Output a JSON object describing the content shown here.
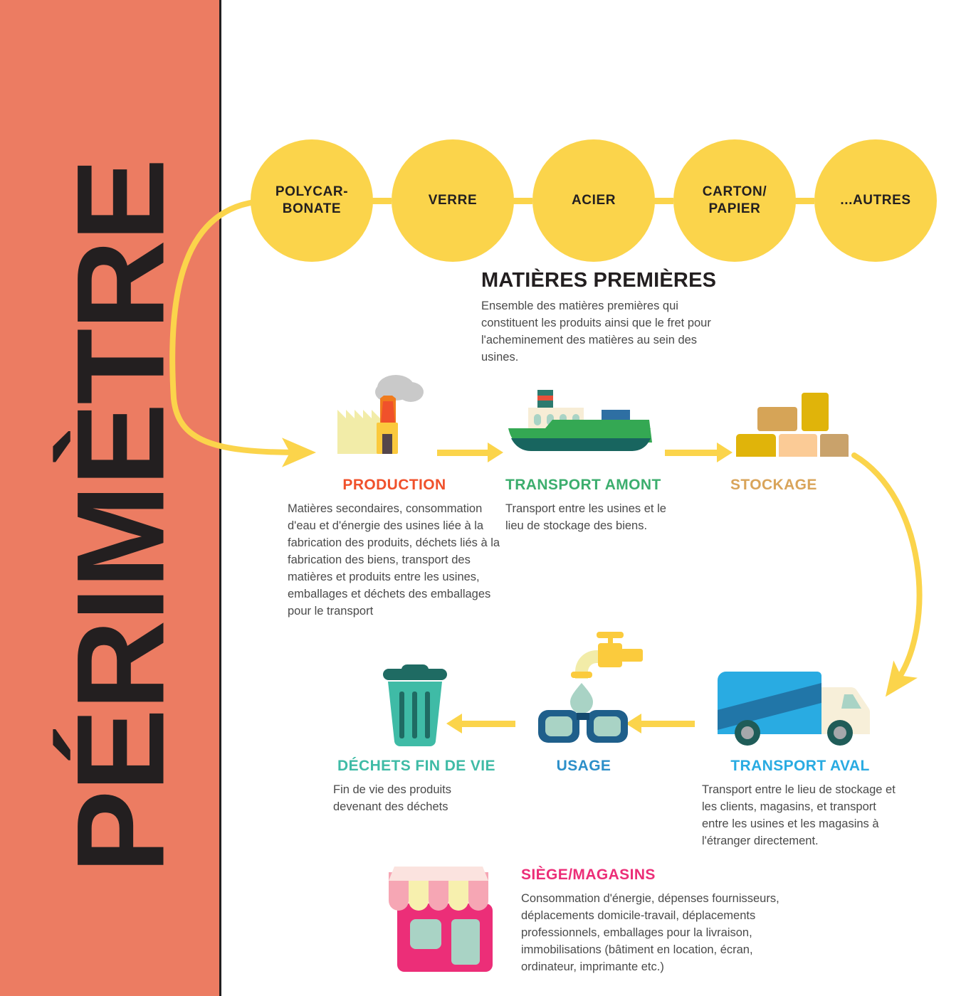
{
  "sidebar": {
    "title": "PÉRIMÈTRE",
    "band_color": "#EC7C62"
  },
  "palette": {
    "yellow": "#FBD44B",
    "salmon": "#EC7C62",
    "orange": "#F05A28",
    "green": "#33A86B",
    "tan": "#D6A457",
    "teal": "#3BB3A6",
    "blue": "#29ABE2",
    "pink": "#EC2E78",
    "ink": "#231f20"
  },
  "materials": {
    "heading": "MATIÈRES PREMIÈRES",
    "description": "Ensemble des matières premières qui constituent les produits ainsi que le fret pour l'acheminement des matières au sein des usines.",
    "items": [
      {
        "label": "POLYCAR-\nBONATE"
      },
      {
        "label": "VERRE"
      },
      {
        "label": "ACIER"
      },
      {
        "label": "CARTON/\nPAPIER"
      },
      {
        "label": "...AUTRES"
      }
    ]
  },
  "stages": {
    "production": {
      "label": "PRODUCTION",
      "color": "#F0512B",
      "icon": "factory-icon",
      "description": "Matières secondaires, consommation d'eau et d'énergie des usines liée à la fabrication des produits, déchets liés à la fabrication des biens, transport des matières et produits entre les usines, emballages et déchets des emballages pour le transport"
    },
    "transport_amont": {
      "label": "TRANSPORT AMONT",
      "color": "#3CAE6E",
      "icon": "cargo-ship-icon",
      "description": "Transport entre les usines et le lieu de stockage des biens."
    },
    "stockage": {
      "label": "STOCKAGE",
      "color": "#D9A košt",
      "icon": "boxes-icon",
      "description": ""
    },
    "transport_aval": {
      "label": "TRANSPORT AVAL",
      "color": "#29ABE2",
      "icon": "delivery-truck-icon",
      "description": "Transport entre le lieu de stockage et les clients, magasins, et transport entre les usines et les magasins à l'étranger directement."
    },
    "usage": {
      "label": "USAGE",
      "color": "#2C8FC9",
      "icon": "glasses-tap-icon",
      "description": ""
    },
    "dechets": {
      "label": "DÉCHETS  FIN DE VIE",
      "color": "#3FBBA6",
      "icon": "trash-bin-icon",
      "description": "Fin de vie des produits devenant des déchets"
    },
    "siege": {
      "label": "SIÈGE/MAGASINS",
      "color": "#EC2E78",
      "icon": "shop-icon",
      "description": "Consommation d'énergie, dépenses fournisseurs, déplacements domicile-travail, déplacements professionnels, emballages pour la livraison, immobilisations (bâtiment en location, écran, ordinateur, imprimante etc.)"
    }
  }
}
